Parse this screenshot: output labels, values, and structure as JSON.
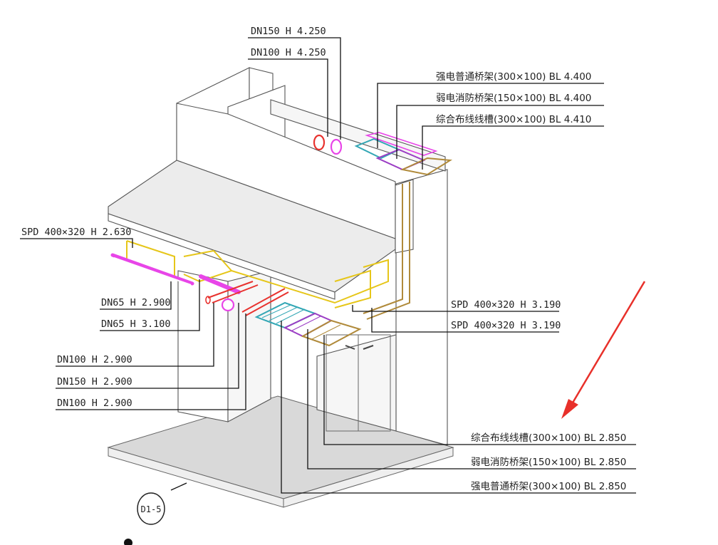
{
  "labels": {
    "dn150_top": "DN150 H 4.250",
    "dn100_top": "DN100 H 4.250",
    "strong_top": "强电普通桥架(300×100) BL 4.400",
    "weak_fire_top": "弱电消防桥架(150×100) BL 4.400",
    "cabling_top": "综合布线线槽(300×100) BL 4.410",
    "spd_left": "SPD 400×320 H 2.630",
    "dn65_1": "DN65 H 2.900",
    "dn65_2": "DN65 H 3.100",
    "dn100_1": "DN100 H 2.900",
    "dn150_low": "DN150 H 2.900",
    "dn100_2": "DN100 H 2.900",
    "spd_right_1": "SPD 400×320 H 3.190",
    "spd_right_2": "SPD 400×320 H 3.190",
    "cabling_low": "综合布线线槽(300×100) BL 2.850",
    "weak_fire_low": "弱电消防桥架(150×100) BL 2.850",
    "strong_low": "强电普通桥架(300×100) BL 2.850",
    "section_mark": "D1-5"
  },
  "colors": {
    "fire_pipe": "#e8332f",
    "water_pipe": "#e845e8",
    "duct": "#e6c619",
    "tray_cyan": "#33a7b5",
    "tray_purple": "#9b3dc4",
    "trunking": "#b08a3a",
    "arrow": "#e8302a"
  }
}
